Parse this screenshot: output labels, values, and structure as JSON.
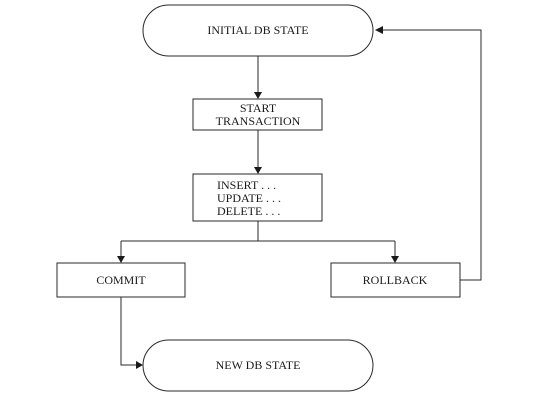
{
  "diagram": {
    "nodes": {
      "initial_state": "INITIAL DB STATE",
      "start_transaction": [
        "START",
        "TRANSACTION"
      ],
      "operations": [
        "INSERT . . .",
        "UPDATE . . .",
        "DELETE . . ."
      ],
      "commit": "COMMIT",
      "rollback": "ROLLBACK",
      "new_state": "NEW DB STATE"
    }
  }
}
